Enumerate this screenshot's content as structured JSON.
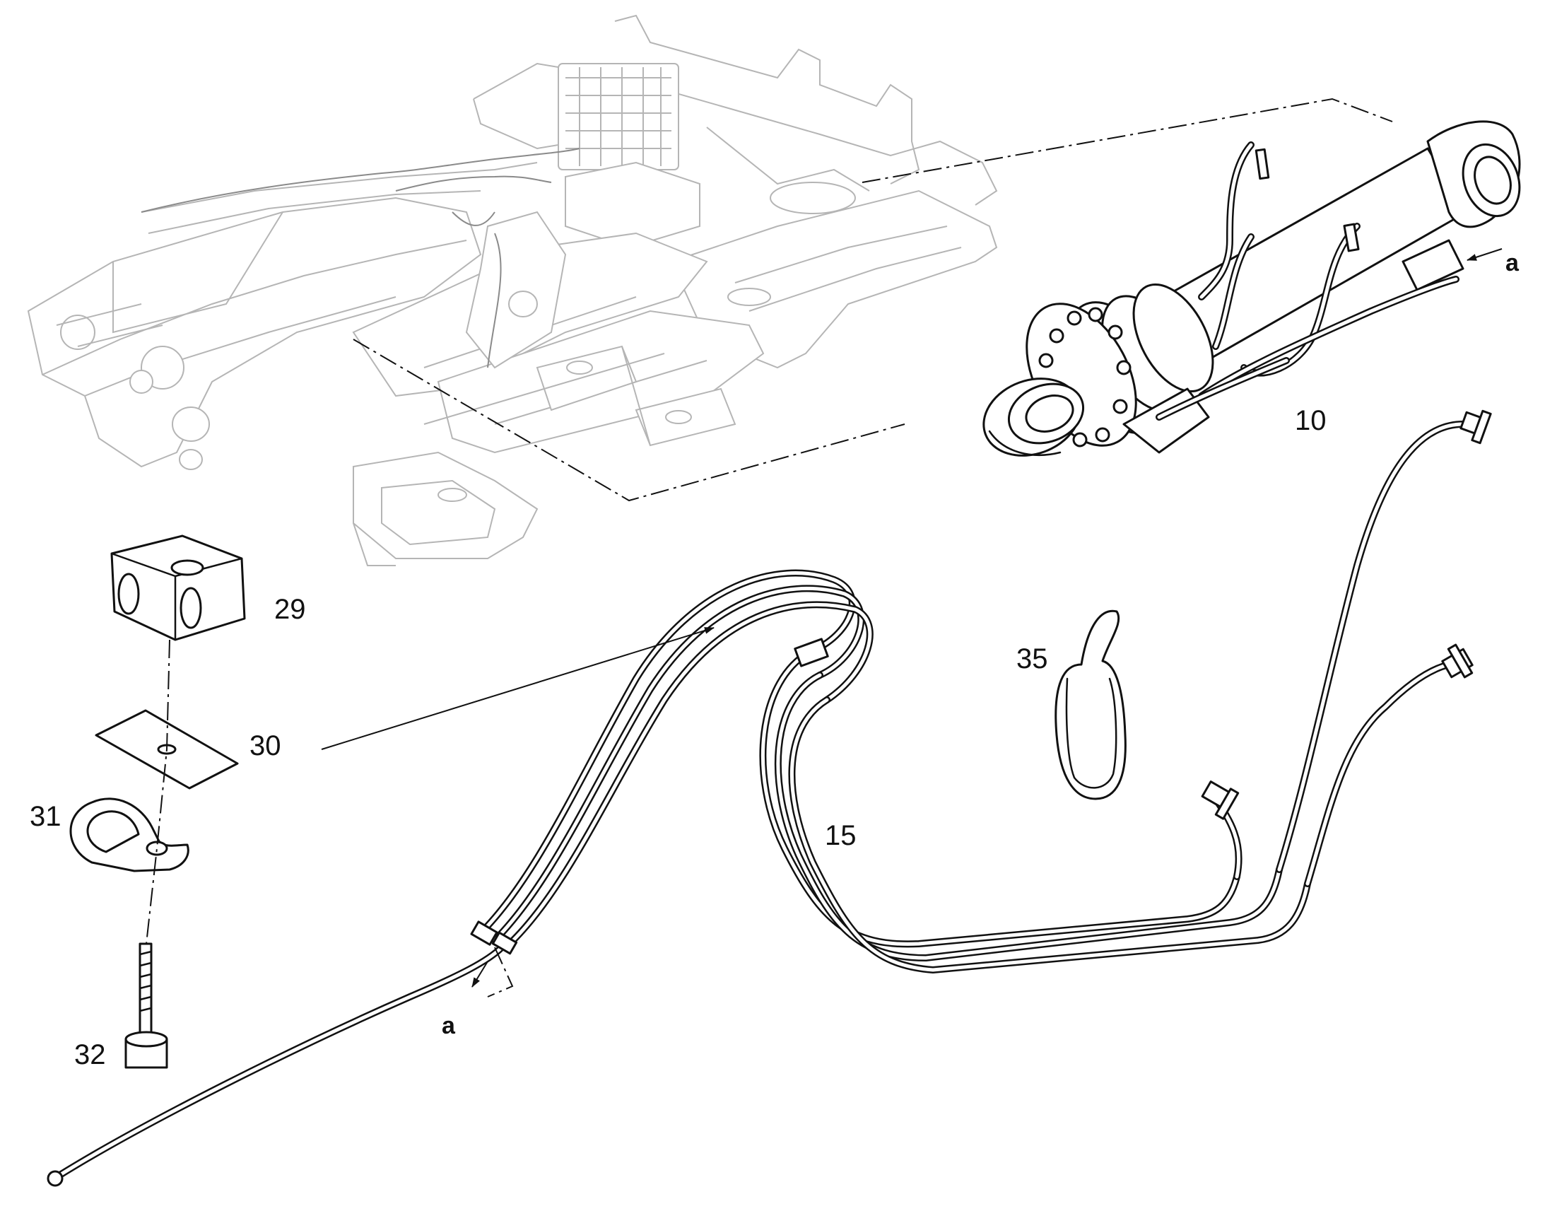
{
  "callouts": {
    "c10": "10",
    "c15": "15",
    "c29": "29",
    "c30": "30",
    "c31": "31",
    "c32": "32",
    "c35": "35",
    "a_top": "a",
    "a_bottom": "a"
  },
  "colors": {
    "line": "#111111",
    "frame_line": "#b5b5b5",
    "background": "#ffffff"
  }
}
